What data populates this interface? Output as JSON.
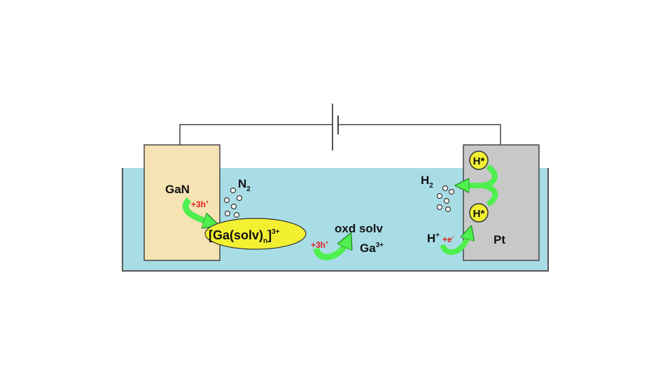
{
  "colors": {
    "electrolyte": "#a9dde6",
    "gan": "#f6e3b4",
    "pt": "#c8c8c8",
    "arrow": "#4eef4e",
    "complex": "#f3f032",
    "hole": "#e0201c"
  },
  "labels": {
    "gan": "GaN",
    "n2": "N",
    "n2_sub": "2",
    "hole1": "+3h",
    "hole1_sup": "+",
    "complex_main": "[Ga(solv)",
    "complex_sub": "n",
    "complex_close": "]",
    "complex_sup": "3+",
    "hole2": "+3h",
    "hole2_sup": "+",
    "oxd": "oxd solv",
    "ga": "Ga",
    "ga_sup": "3+",
    "h2": "H",
    "h2_sub": "2",
    "hstar_top": "H*",
    "hstar_bottom": "H*",
    "hplus": "H",
    "hplus_sup": "+",
    "electron": "+e",
    "electron_sup": "-",
    "pt": "Pt"
  }
}
